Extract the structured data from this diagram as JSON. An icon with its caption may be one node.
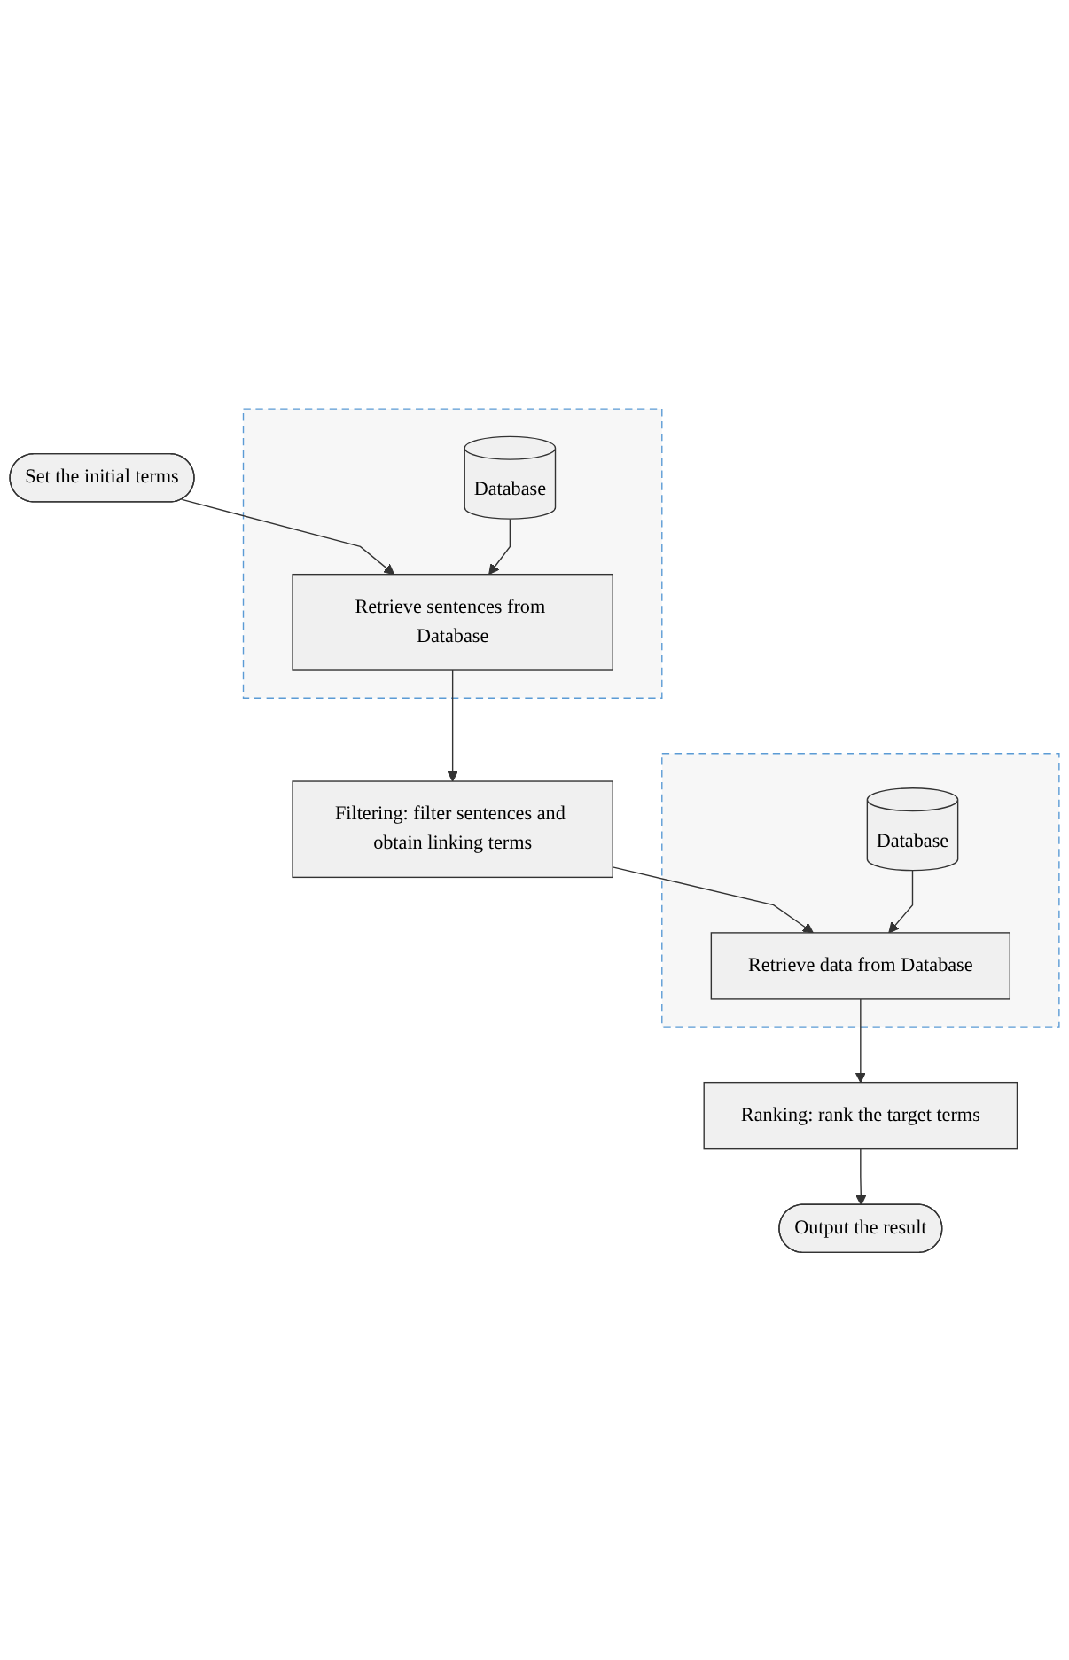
{
  "diagram": {
    "nodes": [
      {
        "text": [
          "Set the initial terms"
        ]
      },
      {
        "text": [],
        "shape": "box"
      },
      {
        "text": [
          "Retrieve sentences from Database"
        ],
        "in": 1
      },
      {
        "text": [
          "Database"
        ],
        "in": 1
      },
      {
        "text": [
          "Filtering: filter sentences and obtain linking terms"
        ]
      },
      {
        "text": [],
        "shape": "box"
      },
      {
        "text": [
          "Retrieve data from Database"
        ],
        "in": 5
      },
      {
        "text": [
          "Database"
        ],
        "in": 5
      },
      {
        "text": [
          "Ranking: rank the target terms"
        ]
      },
      {
        "text": [
          "Output the result"
        ]
      }
    ],
    "edges": [
      {
        "from": 0,
        "to": 2,
        "arrow": "to"
      },
      {
        "from": 3,
        "to": 2,
        "arrow": "to"
      },
      {
        "from": 2,
        "to": 4,
        "arrow": "to"
      },
      {
        "from": 4,
        "to": 6,
        "arrow": "to"
      },
      {
        "from": 7,
        "to": 6,
        "arrow": "to"
      },
      {
        "from": 6,
        "to": 8,
        "arrow": "to"
      },
      {
        "from": 8,
        "to": 9,
        "arrow": "to"
      }
    ]
  }
}
